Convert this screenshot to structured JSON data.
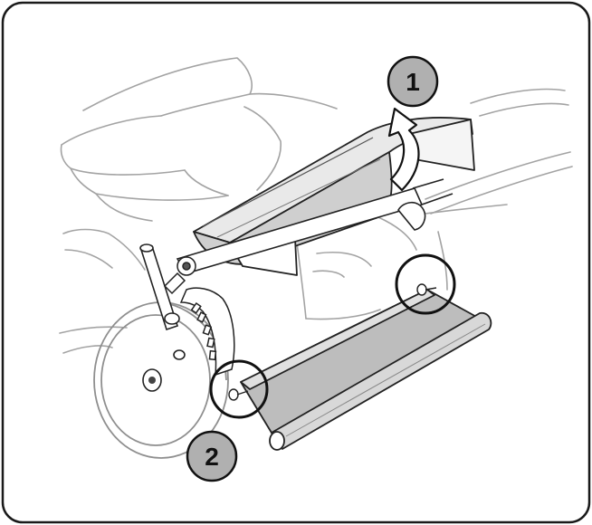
{
  "figure": {
    "subject": "lawn-mower-rear-flap-illustration",
    "callouts": [
      {
        "label": "1"
      },
      {
        "label": "2"
      }
    ],
    "colors": {
      "frame_stroke": "#1a1a1a",
      "line_light": "#9a9a9a",
      "line_dark": "#222222",
      "flap_fill": "#bdbdbd",
      "cover_fill": "#d4d4d4",
      "callout_fill": "#b0b0b0",
      "arrow_fill": "#ffffff"
    },
    "icons": {
      "step1": "curved-up-arrow-icon",
      "step2": "pivot-highlight-circle-icon"
    }
  }
}
